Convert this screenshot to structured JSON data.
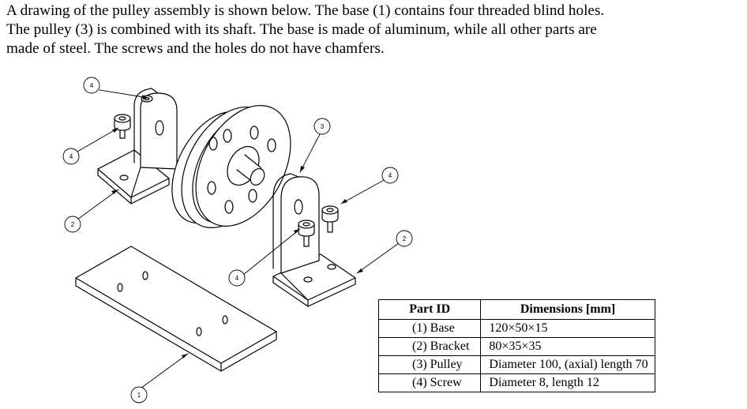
{
  "problem": {
    "intro_line_1": "A drawing of the pulley assembly is shown below. The base (1) contains four threaded blind holes.",
    "intro_line_2": "The pulley (3) is combined with its shaft. The base is made of aluminum, while all other parts are",
    "intro_line_3": "made of steel. The screws and the holes do not have chamfers."
  },
  "drawing": {
    "balloons": [
      "4",
      "4",
      "3",
      "4",
      "2",
      "2",
      "4",
      "1"
    ]
  },
  "parts_table": {
    "headers": [
      "Part ID",
      "Dimensions [mm]"
    ],
    "rows": [
      {
        "id": "(1)  Base",
        "dim": "120×50×15"
      },
      {
        "id": "(2)  Bracket",
        "dim": "80×35×35"
      },
      {
        "id": "(3)  Pulley",
        "dim": "Diameter 100, (axial) length 70"
      },
      {
        "id": "(4)  Screw",
        "dim": "Diameter 8, length 12"
      }
    ]
  }
}
